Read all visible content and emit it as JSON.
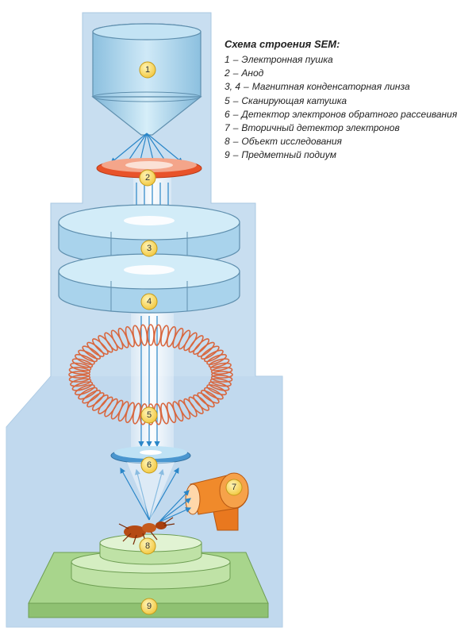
{
  "legend": {
    "title": "Схема строения SEM:",
    "items": [
      {
        "marker": "1",
        "label": "Электронная пушка"
      },
      {
        "marker": "2",
        "label": "Анод"
      },
      {
        "marker": "3, 4",
        "label": "Магнитная конденсаторная линза"
      },
      {
        "marker": "5",
        "label": "Сканирующая катушка"
      },
      {
        "marker": "6",
        "label": "Детектор электронов обратного рассеивания"
      },
      {
        "marker": "7",
        "label": "Вторичный детектор электронов"
      },
      {
        "marker": "8",
        "label": "Объект исследования"
      },
      {
        "marker": "9",
        "label": "Предметный подиум"
      }
    ],
    "separator": "–"
  },
  "markers": [
    "1",
    "2",
    "3",
    "4",
    "5",
    "6",
    "7",
    "8",
    "9"
  ],
  "colors": {
    "column_bg": "#c5dcef",
    "column_edge": "#a9c6e1",
    "lens_fill": "#b9dcf0",
    "lens_edge": "#6f9cbc",
    "beam": "#e3f3fb",
    "arrow": "#2a86c8",
    "anode": "#e8532a",
    "coil": "#d8673f",
    "detector_secondary": "#f08a2b",
    "stage": "#a8d58c",
    "specimen": "#b54a14",
    "marker_fill": "#f7d65a"
  }
}
